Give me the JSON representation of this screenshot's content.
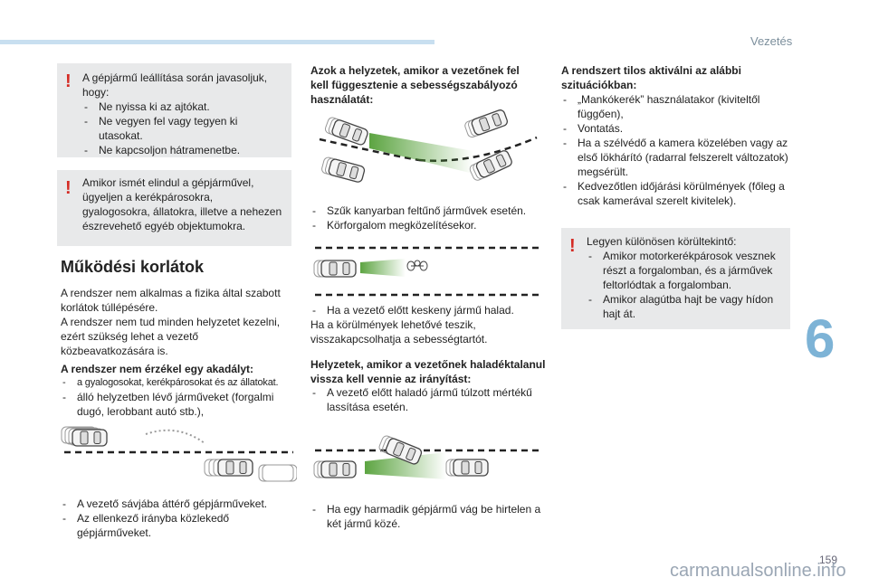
{
  "header": {
    "section": "Vezetés",
    "page": "159",
    "chapter": "6"
  },
  "col1": {
    "note1": {
      "intro": "A gépjármű leállítása során javasoljuk, hogy:",
      "items": [
        "Ne nyissa ki az ajtókat.",
        "Ne vegyen fel vagy tegyen ki utasokat.",
        "Ne kapcsoljon hátramenetbe."
      ]
    },
    "note2": "Amikor ismét elindul a gépjárművel, ügyeljen a kerékpárosokra, gyalogosokra, állatokra, illetve a nehezen észrevehető egyéb objektumokra.",
    "heading": "Működési korlátok",
    "para1": "A rendszer nem alkalmas a fizika által szabott korlátok túllépésére.",
    "para2": "A rendszer nem tud minden helyzetet kezelni, ezért szükség lehet a vezető közbeavatkozására is.",
    "subheading": "A rendszer nem érzékel egy akadályt:",
    "items1": [
      "a gyalogosokat, kerékpárosokat és az állatokat.",
      "álló helyzetben lévő járműveket (forgalmi dugó, lerobbant autó stb.),"
    ],
    "items2": [
      "A vezető sávjába áttérő gépjárműveket.",
      "Az ellenkező irányba közlekedő gépjárműveket."
    ]
  },
  "col2": {
    "heading1": "Azok a helyzetek, amikor a vezetőnek fel kell függesztenie a sebességszabályozó használatát:",
    "items1": [
      "Szűk kanyarban feltűnő járművek esetén.",
      "Körforgalom megközelítésekor."
    ],
    "item2": "Ha a vezető előtt keskeny jármű halad.",
    "para2": "Ha a körülmények lehetővé teszik, visszakapcsolhatja a sebességtartót.",
    "heading2": "Helyzetek, amikor a vezetőnek haladéktalanul vissza kell vennie az irányítást:",
    "items3": [
      "A vezető előtt haladó jármű túlzott mértékű lassítása esetén."
    ],
    "items4": [
      "Ha egy harmadik gépjármű vág be hirtelen a két jármű közé."
    ]
  },
  "col3": {
    "heading": "A rendszert tilos aktiválni az alábbi szituációkban:",
    "items": [
      "„Mankókerék” használatakor (kiviteltől függően),",
      "Vontatás.",
      "Ha a szélvédő a kamera közelében vagy az első lökhárító (radarral felszerelt változatok) megsérült.",
      "Kedvezőtlen időjárási körülmények (főleg a csak kamerával szerelt kivitelek)."
    ],
    "note": {
      "intro": "Legyen különösen körültekintő:",
      "items": [
        "Amikor motorkerékpárosok vesznek részt a forgalomban, és a járművek feltorlódtak a forgalomban.",
        "Amikor alagútba hajt be vagy hídon hajt át."
      ]
    }
  },
  "watermark": "carmanualsonline.info"
}
